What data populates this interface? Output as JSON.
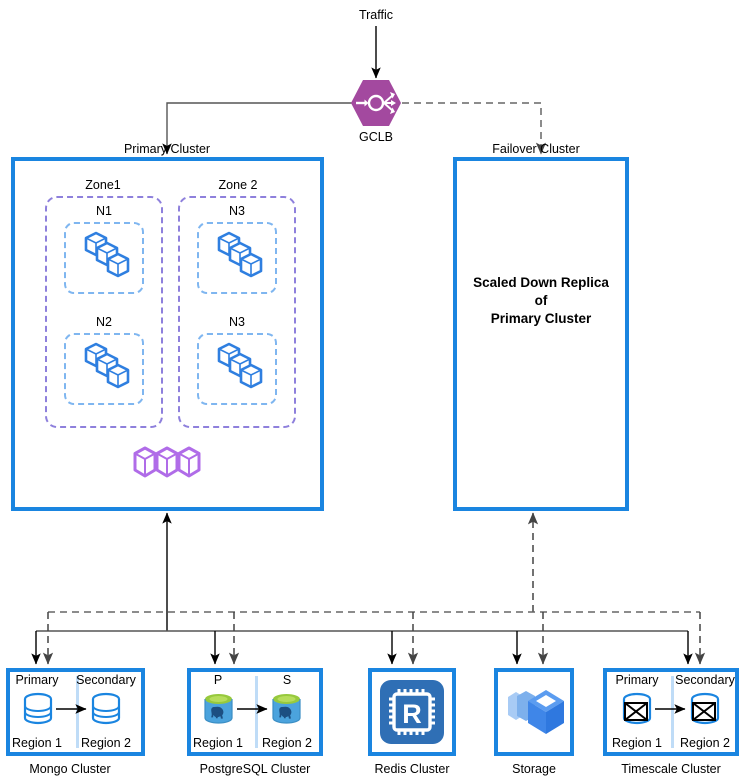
{
  "diagram": {
    "title_traffic": "Traffic",
    "gclb": {
      "label": "GCLB",
      "icon": "load-balancer-icon",
      "color": "#a3499f"
    }
  },
  "primary_cluster": {
    "label": "Primary Cluster",
    "zones": [
      {
        "label": "Zone1",
        "nodes": [
          {
            "label": "N1",
            "icon": "pods-icon"
          },
          {
            "label": "N2",
            "icon": "pods-icon"
          }
        ]
      },
      {
        "label": "Zone 2",
        "nodes": [
          {
            "label": "N3",
            "icon": "pods-icon"
          },
          {
            "label": "N3",
            "icon": "pods-icon"
          }
        ]
      }
    ],
    "shared_pods": {
      "icon": "pods-hexagon-icon",
      "color": "#b06ce8",
      "count": 3
    }
  },
  "failover_cluster": {
    "label": "Failover Cluster",
    "body_line1": "Scaled Down Replica",
    "body_line2": "of",
    "body_line3": "Primary Cluster"
  },
  "datastores": [
    {
      "name": "Mongo Cluster",
      "icon": "database-cylinder-icon",
      "left": {
        "role": "Primary",
        "region": "Region 1"
      },
      "right": {
        "role": "Secondary",
        "region": "Region 2"
      }
    },
    {
      "name": "PostgreSQL Cluster",
      "icon": "postgresql-elephant-icon",
      "left": {
        "role": "P",
        "region": "Region 1"
      },
      "right": {
        "role": "S",
        "region": "Region 2"
      }
    },
    {
      "name": "Redis Cluster",
      "icon": "redis-chip-icon"
    },
    {
      "name": "Storage",
      "icon": "storage-cubes-icon"
    },
    {
      "name": "Timescale Cluster",
      "icon": "timescale-cylinder-icon",
      "left": {
        "role": "Primary",
        "region": "Region 1"
      },
      "right": {
        "role": "Secondary",
        "region": "Region 2"
      }
    }
  ],
  "colors": {
    "cluster_border": "#1a85e0",
    "zone_border": "#8e80dc",
    "node_border": "#7fb6f0",
    "connector_solid": "#000000",
    "connector_dashed": "#666666",
    "gclb": "#a3499f",
    "pod_blue": "#2f7fe0",
    "pod_purple": "#b06ce8",
    "redis": "#2f6fb5",
    "postgres_body": "#4ba3dd",
    "postgres_top": "#97c93d"
  }
}
